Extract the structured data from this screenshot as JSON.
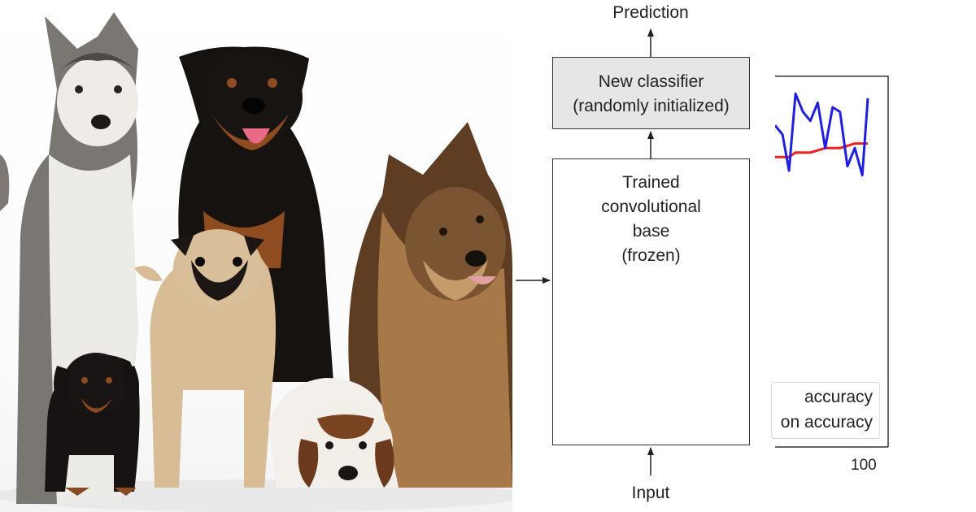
{
  "photo": {
    "subject_icon": "dog-group-icon",
    "dogs": [
      {
        "name": "husky",
        "colors": [
          "#6e6a66",
          "#e9e6e1"
        ]
      },
      {
        "name": "rottweiler",
        "colors": [
          "#15110f",
          "#8c4a1f"
        ]
      },
      {
        "name": "pug",
        "colors": [
          "#d6bc96",
          "#1b1716"
        ]
      },
      {
        "name": "dachshund",
        "colors": [
          "#161212",
          "#8a4a22"
        ]
      },
      {
        "name": "beagle",
        "colors": [
          "#f4f1ec",
          "#6b3a1c"
        ]
      },
      {
        "name": "german-shepherd-mix",
        "colors": [
          "#5b3b22",
          "#a9794a"
        ]
      }
    ]
  },
  "diagram": {
    "top_label": "Prediction",
    "classifier": {
      "line1": "New classifier",
      "line2": "(randomly initialized)"
    },
    "base": {
      "line1": "Trained",
      "line2": "convolutional",
      "line3": "base",
      "line4": "(frozen)"
    },
    "bottom_label": "Input",
    "colors": {
      "classifier_fill": "#e4e6e8",
      "box_border": "#333333"
    }
  },
  "chart_data": {
    "type": "line",
    "x": [
      0,
      8,
      15,
      22,
      30,
      38,
      46,
      54,
      62,
      70,
      78,
      86,
      94,
      100
    ],
    "series": [
      {
        "values": [
          0.71,
          0.69,
          0.61,
          0.78,
          0.74,
          0.72,
          0.76,
          0.66,
          0.75,
          0.74,
          0.62,
          0.66,
          0.6,
          0.77
        ],
        "color": "#1f1fe0"
      },
      {
        "values": [
          0.64,
          0.64,
          0.64,
          0.65,
          0.65,
          0.65,
          0.655,
          0.66,
          0.66,
          0.66,
          0.665,
          0.67,
          0.67,
          0.67
        ],
        "color": "#ee2222"
      }
    ],
    "legend": {
      "entries": [
        "accuracy",
        "on accuracy"
      ],
      "position": "lower-right"
    },
    "xticks": [
      "100"
    ],
    "xlim": [
      0,
      100
    ],
    "ylim": [
      0,
      0.82
    ]
  }
}
